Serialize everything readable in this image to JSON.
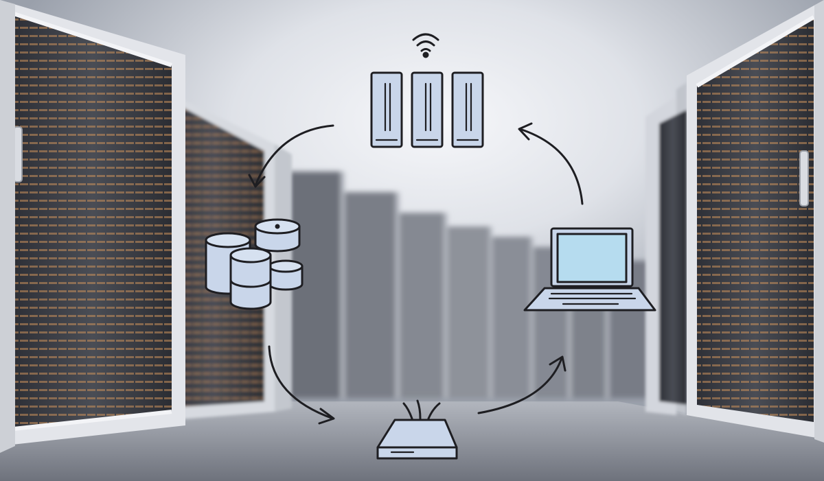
{
  "scene": {
    "subject": "server-room-network-cycle",
    "icons": [
      "wifi-icon",
      "server-towers-icon",
      "database-stack-icon",
      "laptop-icon",
      "router-icon"
    ],
    "arrows": [
      "arrow-servers-to-database",
      "arrow-database-to-router",
      "arrow-router-to-laptop",
      "arrow-laptop-to-servers"
    ],
    "colors": {
      "sky_glow": "#f4f5f8",
      "wall": "#b9bec8",
      "floor": "#7d828d",
      "rack_dark": "#3a3d45",
      "rack_frame": "#dfe2e8",
      "rack_light": "#d8a060",
      "icon_fill": "#c9d6ea",
      "laptop_screen": "#b6dcef",
      "ink": "#1e1e22"
    }
  }
}
